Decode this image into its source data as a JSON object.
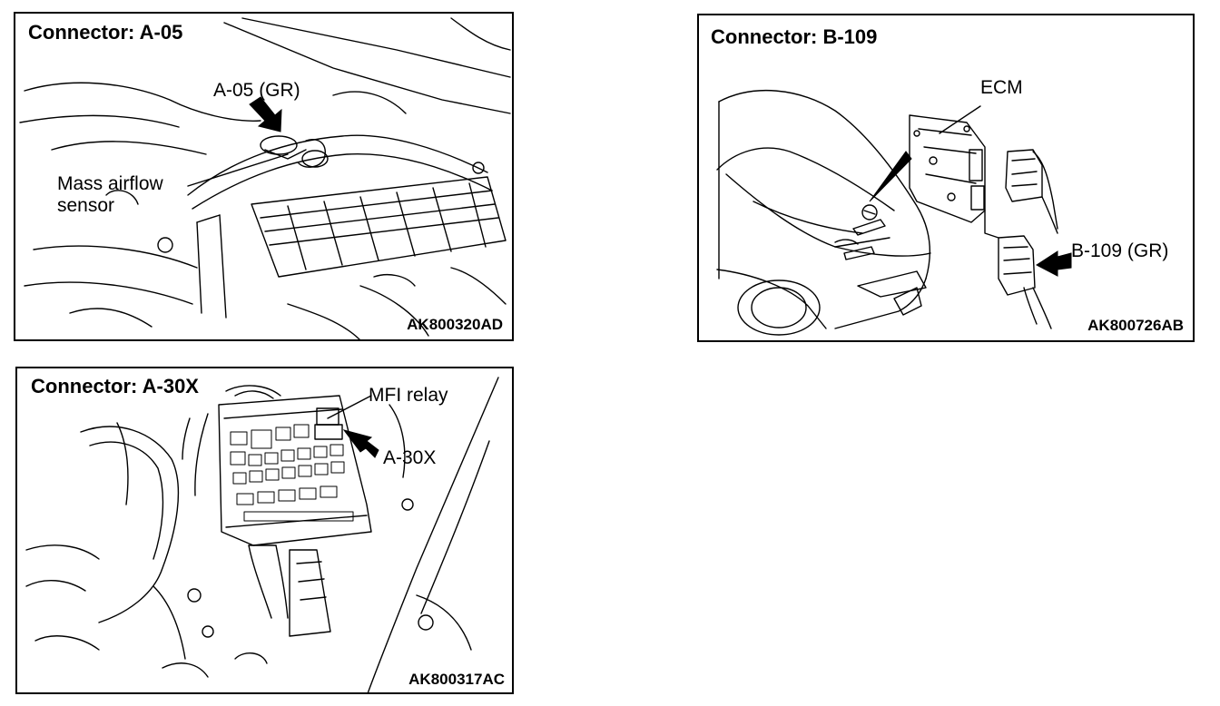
{
  "panels": {
    "a05": {
      "title": "Connector: A-05",
      "code": "AK800320AD",
      "connector_label": "A-05 (GR)",
      "sensor_label_line1": "Mass airflow",
      "sensor_label_line2": "sensor"
    },
    "b109": {
      "title": "Connector: B-109",
      "code": "AK800726AB",
      "ecm_label": "ECM",
      "connector_label": "B-109 (GR)"
    },
    "a30x": {
      "title": "Connector: A-30X",
      "code": "AK800317AC",
      "relay_label": "MFI relay",
      "connector_label": "A-30X"
    }
  }
}
